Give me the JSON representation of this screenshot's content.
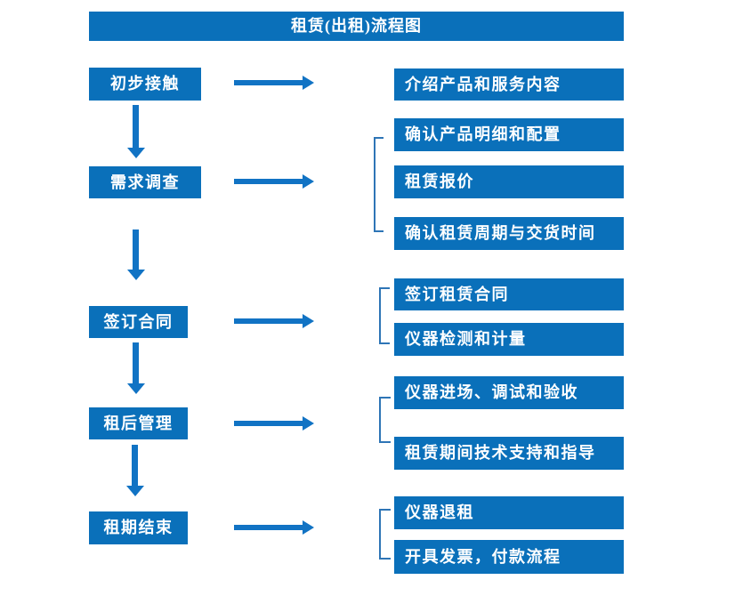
{
  "title": "租赁(出租)流程图",
  "colors": {
    "background": "#FFFFFF",
    "box_blue": "#0A70BA",
    "arrow_blue": "#1173C4",
    "bracket_blue": "#2E75B6",
    "text_white": "#FFFFFF"
  },
  "steps": [
    {
      "label": "初步接触",
      "outputs": [
        "介绍产品和服务内容"
      ]
    },
    {
      "label": "需求调查",
      "outputs": [
        "确认产品明细和配置",
        "租赁报价",
        "确认租赁周期与交货时间"
      ]
    },
    {
      "label": "签订合同",
      "outputs": [
        "签订租赁合同",
        "仪器检测和计量"
      ]
    },
    {
      "label": "租后管理",
      "outputs": [
        "仪器进场、调试和验收",
        "租赁期间技术支持和指导"
      ]
    },
    {
      "label": "租期结束",
      "outputs": [
        "仪器退租",
        "开具发票，付款流程"
      ]
    }
  ]
}
